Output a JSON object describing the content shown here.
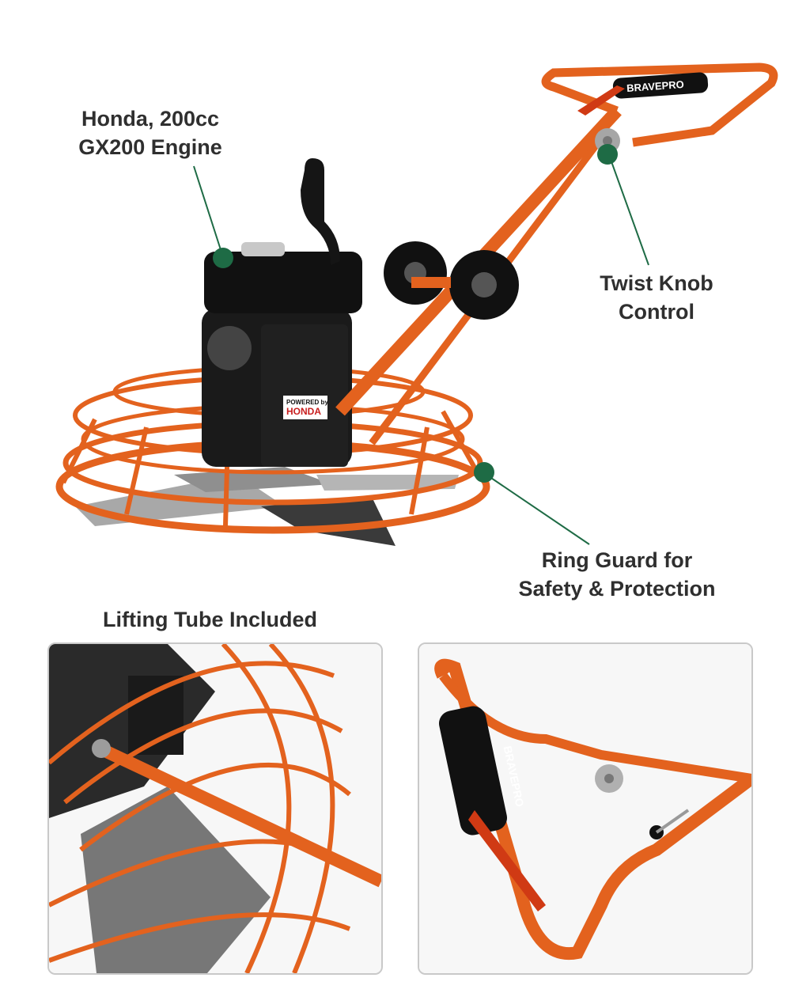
{
  "callouts": {
    "engine": {
      "line1": "Honda, 200cc",
      "line2": "GX200 Engine"
    },
    "knob": {
      "line1": "Twist Knob",
      "line2": "Control"
    },
    "ring": {
      "line1": "Ring Guard for",
      "line2": "Safety & Protection"
    }
  },
  "lifting_title": "Lifting Tube Included",
  "engine_label": "HONDA",
  "engine_sublabel": "POWERED by",
  "brand_text": "BRAVEPRO",
  "colors": {
    "accent_orange": "#e3621e",
    "marker_green": "#1e6b45",
    "engine_black": "#1a1a1a",
    "blade_gray": "#9a9a9a"
  }
}
